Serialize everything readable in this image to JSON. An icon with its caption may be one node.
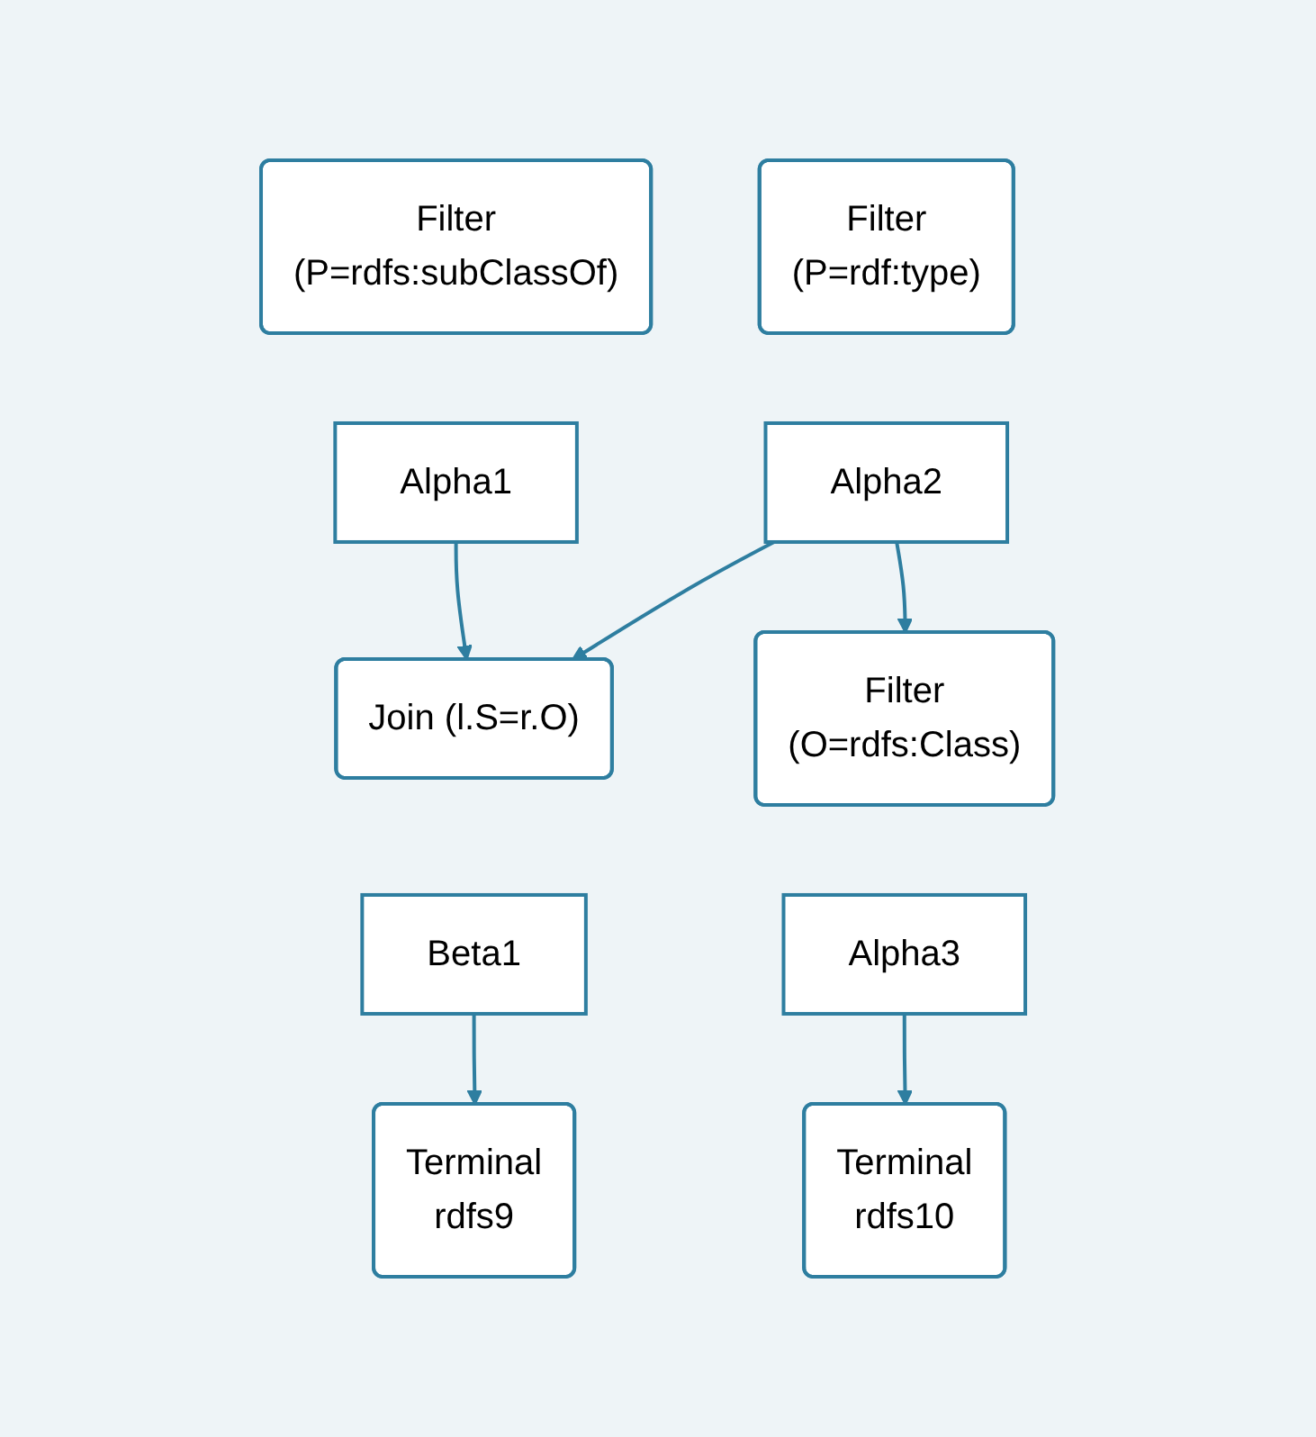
{
  "diagram": {
    "nodes": [
      {
        "text": [
          "Filter",
          "(P=rdfs:subClassOf)"
        ]
      },
      {
        "text": [
          "Alpha1"
        ]
      },
      {
        "text": [
          "Filter",
          "(P=rdf:type)"
        ]
      },
      {
        "text": [
          "Alpha2"
        ]
      },
      {
        "text": [
          "Join (l.S=r.O)"
        ]
      },
      {
        "text": [
          "Beta1"
        ]
      },
      {
        "text": [
          "Filter",
          "(O=rdfs:Class)"
        ]
      },
      {
        "text": [
          "Alpha3"
        ]
      },
      {
        "text": [
          "Terminal",
          "rdfs9"
        ]
      },
      {
        "text": [
          "Terminal",
          "rdfs10"
        ]
      }
    ],
    "edges": [
      {
        "from": 1,
        "to": 4,
        "arrow": "to"
      },
      {
        "from": 3,
        "to": 4,
        "arrow": "to"
      },
      {
        "from": 3,
        "to": 6,
        "arrow": "to"
      },
      {
        "from": 5,
        "to": 8,
        "arrow": "to"
      },
      {
        "from": 7,
        "to": 9,
        "arrow": "to"
      }
    ]
  }
}
